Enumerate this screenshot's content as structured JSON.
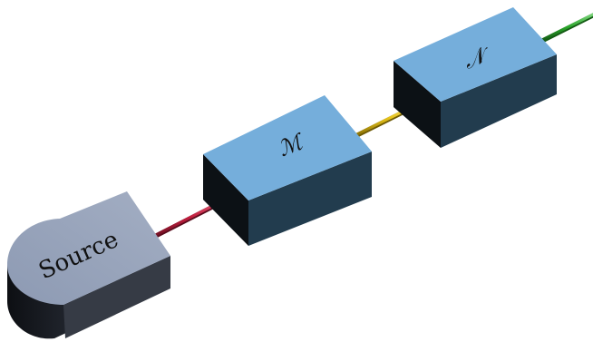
{
  "diagram": {
    "source": {
      "label": "Source"
    },
    "channel_m": {
      "label": "ℳ"
    },
    "channel_n": {
      "label": "𝒩"
    },
    "colors": {
      "top_face": "#75aedb",
      "side_face": "#223c4e",
      "front_face": "#0c1115",
      "source_top": "#9aa6bd",
      "source_side": "#2b303a",
      "wire_red": "#c31f3f",
      "wire_yellow": "#e5c21a",
      "wire_green": "#2aa52a"
    }
  }
}
